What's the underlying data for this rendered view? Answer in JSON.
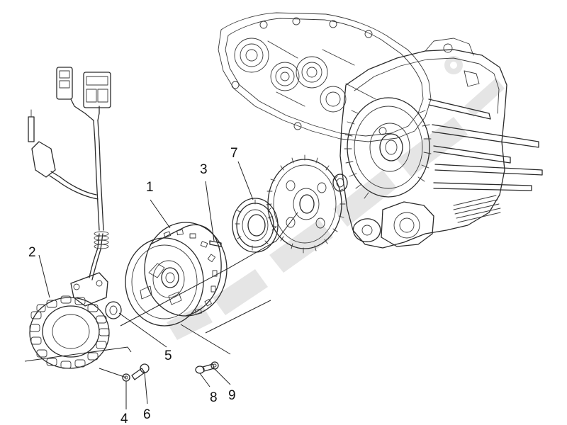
{
  "callouts": {
    "c1": "1",
    "c2": "2",
    "c3": "3",
    "c4": "4",
    "c5": "5",
    "c6": "6",
    "c7": "7",
    "c8": "8",
    "c9": "9"
  },
  "colors": {
    "line": "#2a2a2a",
    "watermark": "#cfcfcf",
    "background": "#ffffff"
  },
  "icons": {
    "watermark": "gear-logo-watermark"
  }
}
